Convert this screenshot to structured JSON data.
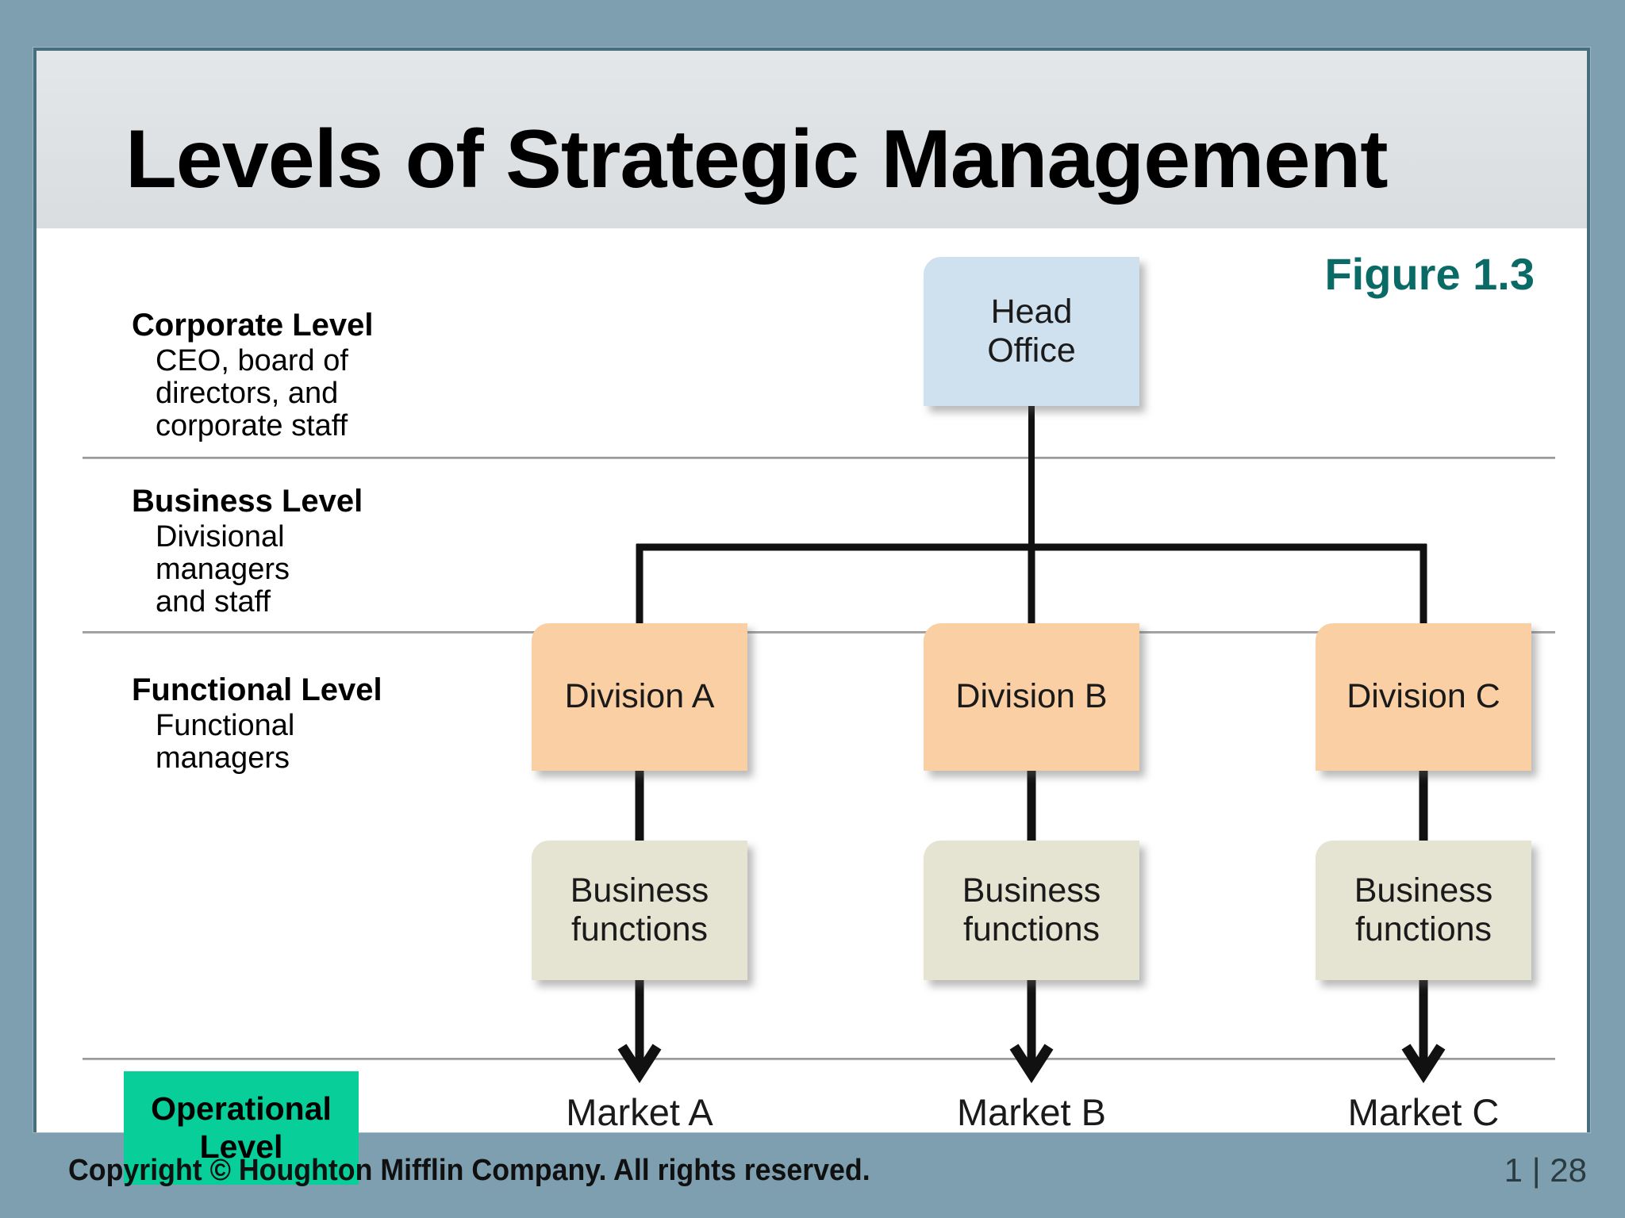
{
  "slide": {
    "title": "Levels of Strategic Management",
    "figure_label": "Figure 1.3",
    "background_color": "#7d9fb0",
    "banner_color": "#dde1e3",
    "frame_border_color": "#486f7d",
    "figure_label_color": "#0a6b66"
  },
  "levels": [
    {
      "name": "corporate",
      "title": "Corporate Level",
      "desc_lines": [
        "CEO, board of",
        "directors, and",
        "corporate staff"
      ]
    },
    {
      "name": "business",
      "title": "Business Level",
      "desc_lines": [
        "Divisional",
        "managers",
        "and staff"
      ]
    },
    {
      "name": "functional",
      "title": "Functional Level",
      "desc_lines": [
        "Functional",
        "managers"
      ]
    }
  ],
  "operational": {
    "line1": "Operational",
    "line2": "Level",
    "box_color": "#08ce99"
  },
  "diagram": {
    "head_office": {
      "line1": "Head",
      "line2": "Office",
      "color": "#cfe0ef"
    },
    "division_color": "#f9cfa3",
    "function_color": "#e5e3d1",
    "columns": [
      {
        "division": "Division A",
        "function_line1": "Business",
        "function_line2": "functions",
        "market": "Market A"
      },
      {
        "division": "Division B",
        "function_line1": "Business",
        "function_line2": "functions",
        "market": "Market B"
      },
      {
        "division": "Division C",
        "function_line1": "Business",
        "function_line2": "functions",
        "market": "Market C"
      }
    ]
  },
  "footer": {
    "copyright": "Copyright © Houghton Mifflin Company. All rights reserved.",
    "page": "1 | 28"
  }
}
